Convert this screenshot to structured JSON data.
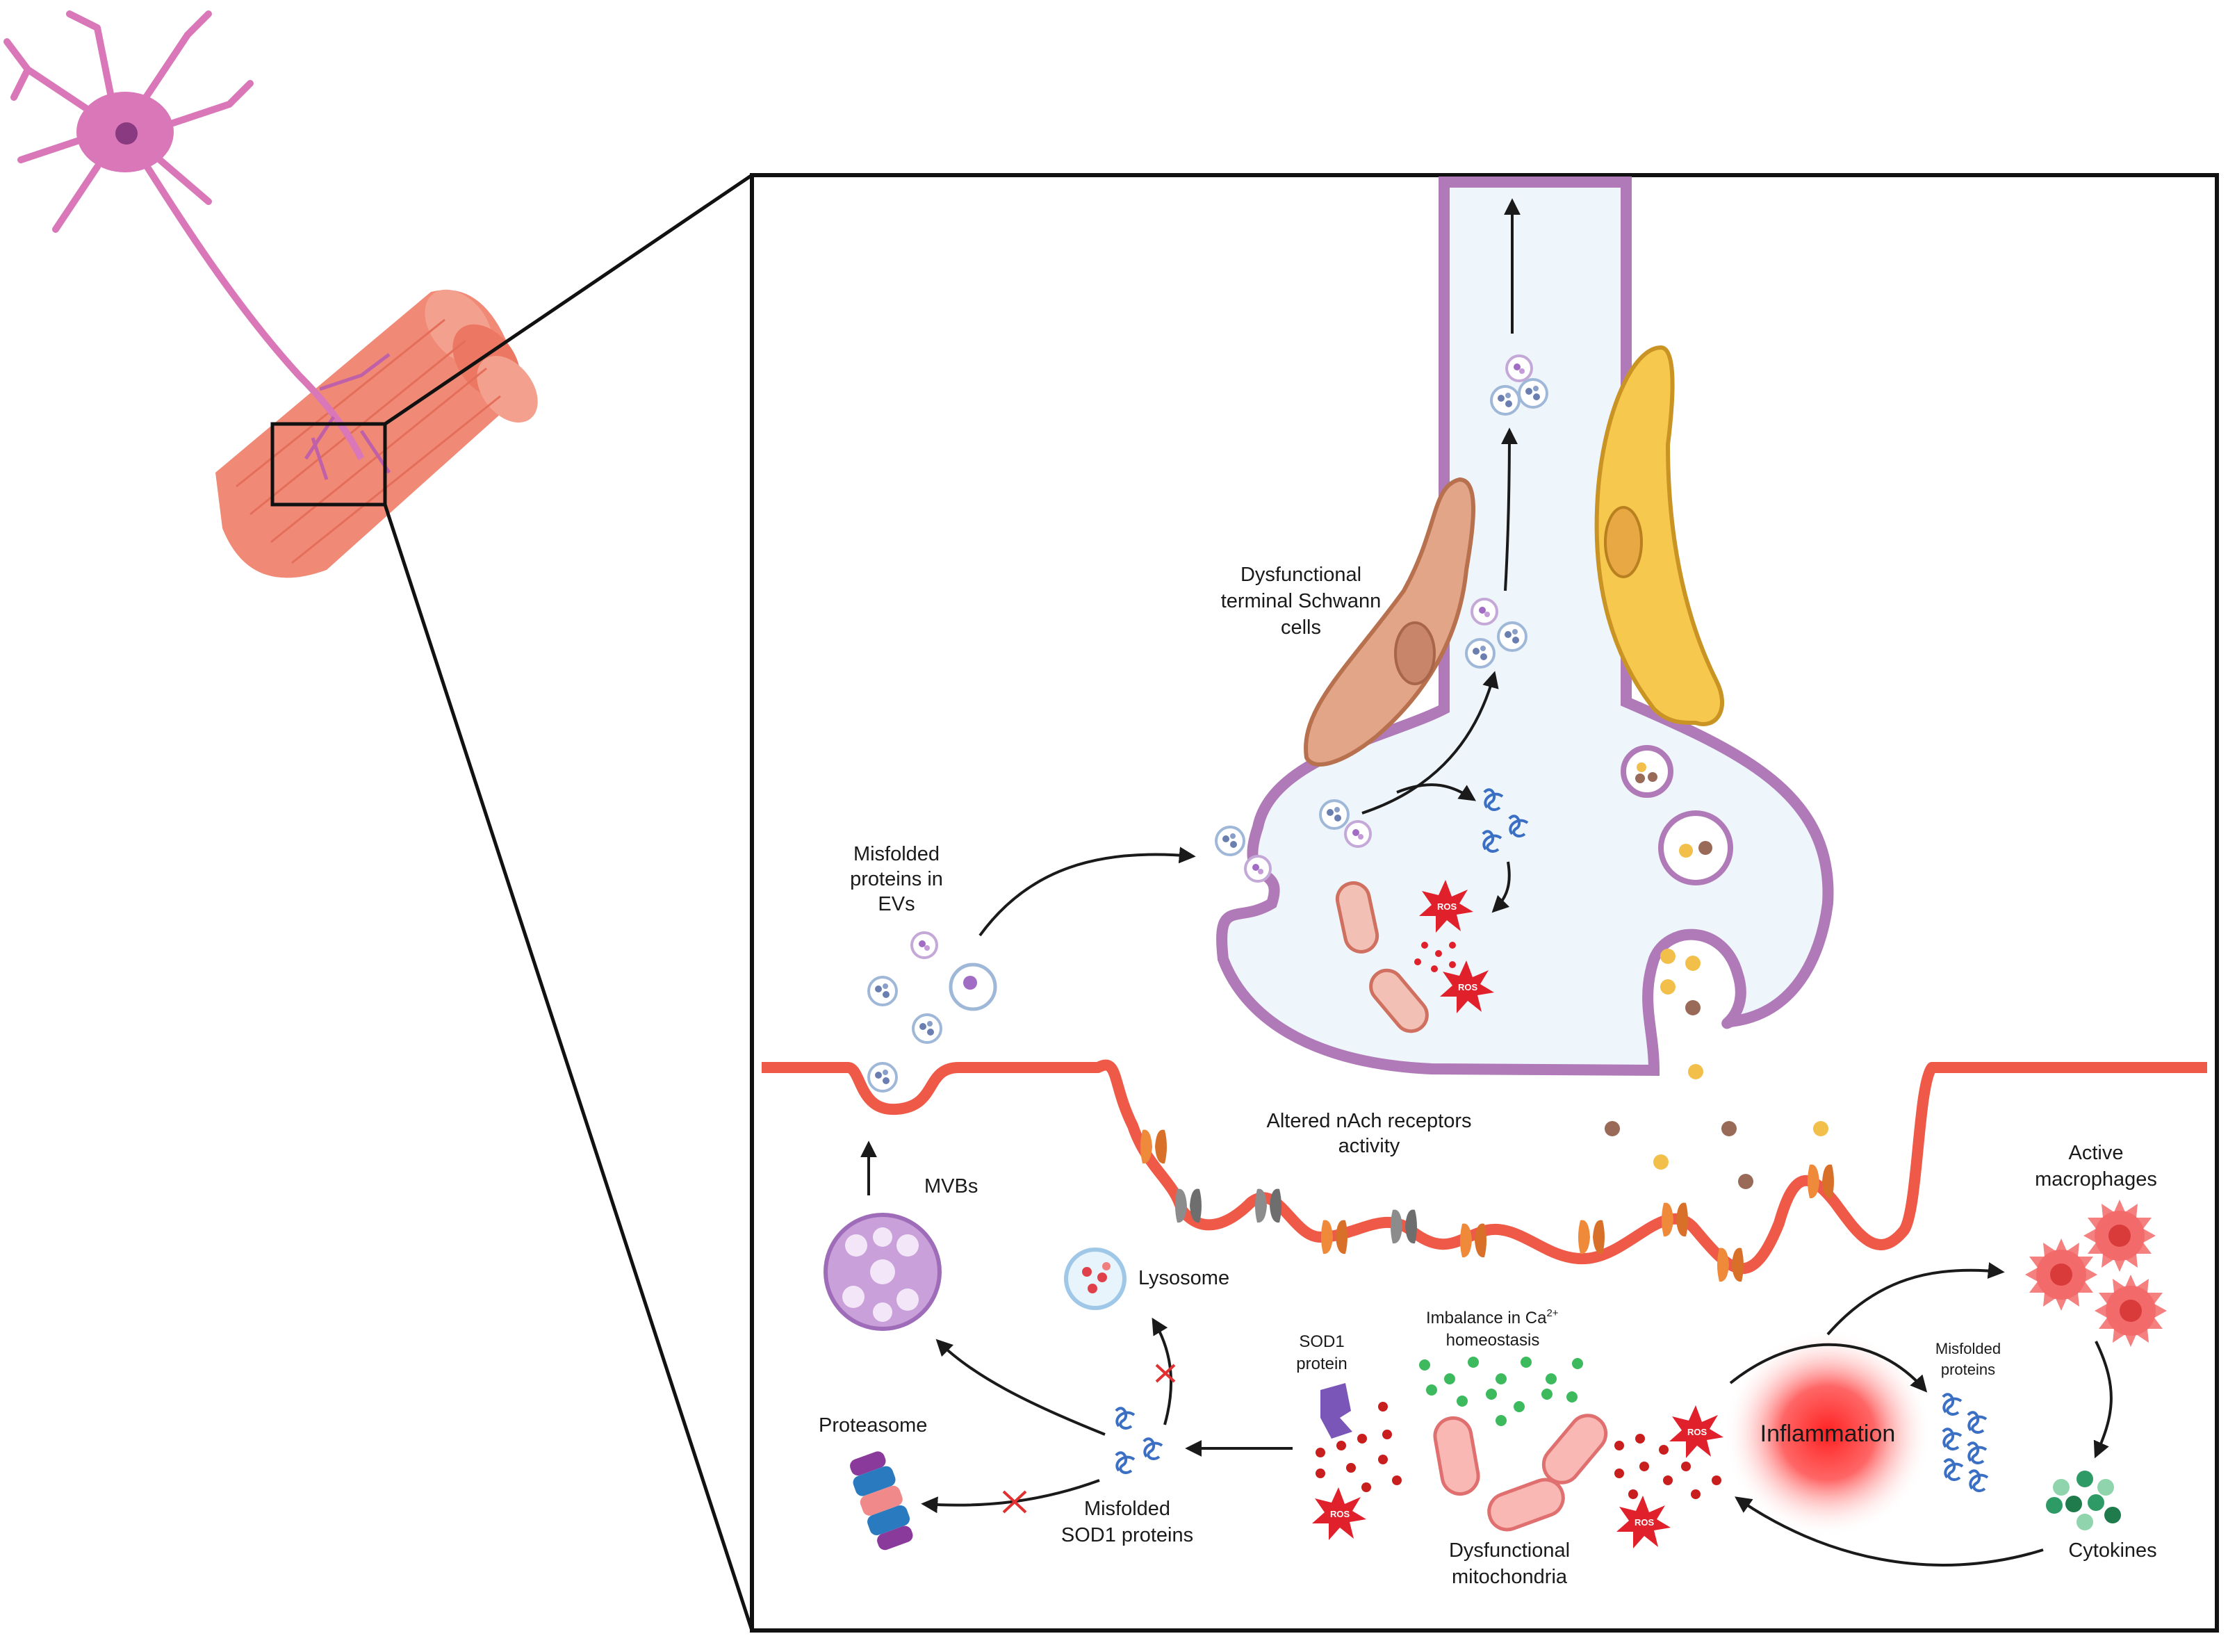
{
  "labels": {
    "schwann": [
      "Dysfunctional",
      "terminal Schwann",
      "cells"
    ],
    "misfolded_evs": [
      "Misfolded",
      "proteins in",
      "EVs"
    ],
    "nach": [
      "Altered nAch receptors",
      "activity"
    ],
    "mvbs": "MVBs",
    "lysosome": "Lysosome",
    "proteasome": "Proteasome",
    "sod1_protein": [
      "SOD1",
      "protein"
    ],
    "misfolded_sod1": [
      "Misfolded",
      "SOD1 proteins"
    ],
    "calcium": [
      "Imbalance in Ca",
      "2+",
      "homeostasis"
    ],
    "mito": [
      "Dysfunctional",
      "mitochondria"
    ],
    "inflammation": "Inflammation",
    "misfolded_proteins": [
      "Misfolded",
      "proteins"
    ],
    "macrophages": [
      "Active",
      "macrophages"
    ],
    "cytokines": "Cytokines",
    "ros": "ROS"
  },
  "colors": {
    "neuron": "#d977b8",
    "muscle": "#f08a76",
    "membrane": "#ef5a48",
    "axon_wall": "#b07ab8",
    "axon_fill": "#eef6fc",
    "schwann_left": "#e3a588",
    "schwann_right": "#f7c84e",
    "ros": "#e0202a",
    "receptor": "#ee8a3a",
    "receptor_altered": "#888888",
    "macrophage": "#f26a6a",
    "cytokine": "#2e9a66",
    "calcium": "#3dba5e",
    "mvb": "#c9a0d9",
    "misfolded_protein": "#3a6fc4",
    "blocked": "#e03030"
  }
}
